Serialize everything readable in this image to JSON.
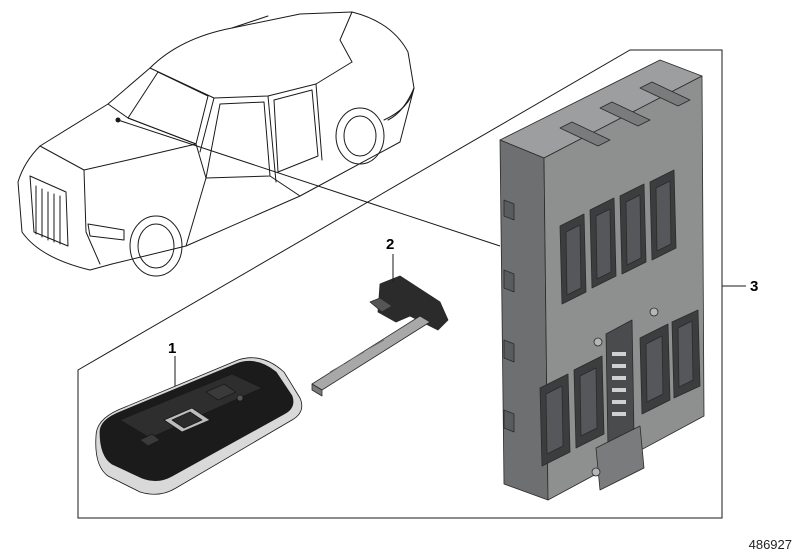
{
  "diagram": {
    "callouts": [
      {
        "label": "1",
        "part": "remote-key-fob"
      },
      {
        "label": "2",
        "part": "emergency-key-blade"
      },
      {
        "label": "3",
        "part": "control-module"
      }
    ],
    "diagram_number": "486927"
  },
  "colors": {
    "line": "#1a1a1a",
    "module_face": "#8e8f8f",
    "module_side": "#6e6f70",
    "module_dark": "#3c3d3e",
    "fob_black": "#1b1b1b",
    "fob_chrome": "#d9d9d9",
    "blade_grey": "#9a9a9a"
  }
}
